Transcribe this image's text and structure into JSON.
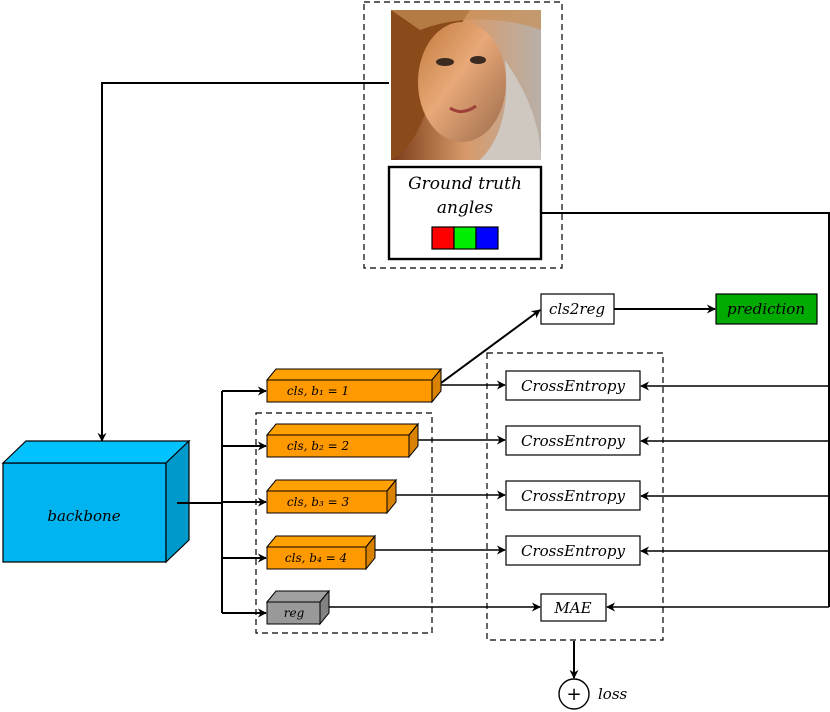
{
  "ground_truth": {
    "line1": "Ground truth",
    "line2": "angles",
    "angle_colors": [
      "#ff0000",
      "#00ee00",
      "#0000ff"
    ]
  },
  "photo": {
    "icon": "face-photo"
  },
  "backbone": {
    "label": "backbone",
    "color": "#00b4f0"
  },
  "heads": [
    {
      "label": "cls, b₁ = 1",
      "color": "#ff9900"
    },
    {
      "label": "cls, b₂ = 2",
      "color": "#ff9900"
    },
    {
      "label": "cls, b₃ = 3",
      "color": "#ff9900"
    },
    {
      "label": "cls, b₄ = 4",
      "color": "#ff9900"
    },
    {
      "label": "reg",
      "color": "#999999"
    }
  ],
  "losses": [
    "CrossEntropy",
    "CrossEntropy",
    "CrossEntropy",
    "CrossEntropy",
    "MAE"
  ],
  "cls2reg": "cls2reg",
  "prediction": {
    "label": "prediction",
    "color": "#00aa00"
  },
  "sum_symbol": "+",
  "loss_label": "loss"
}
